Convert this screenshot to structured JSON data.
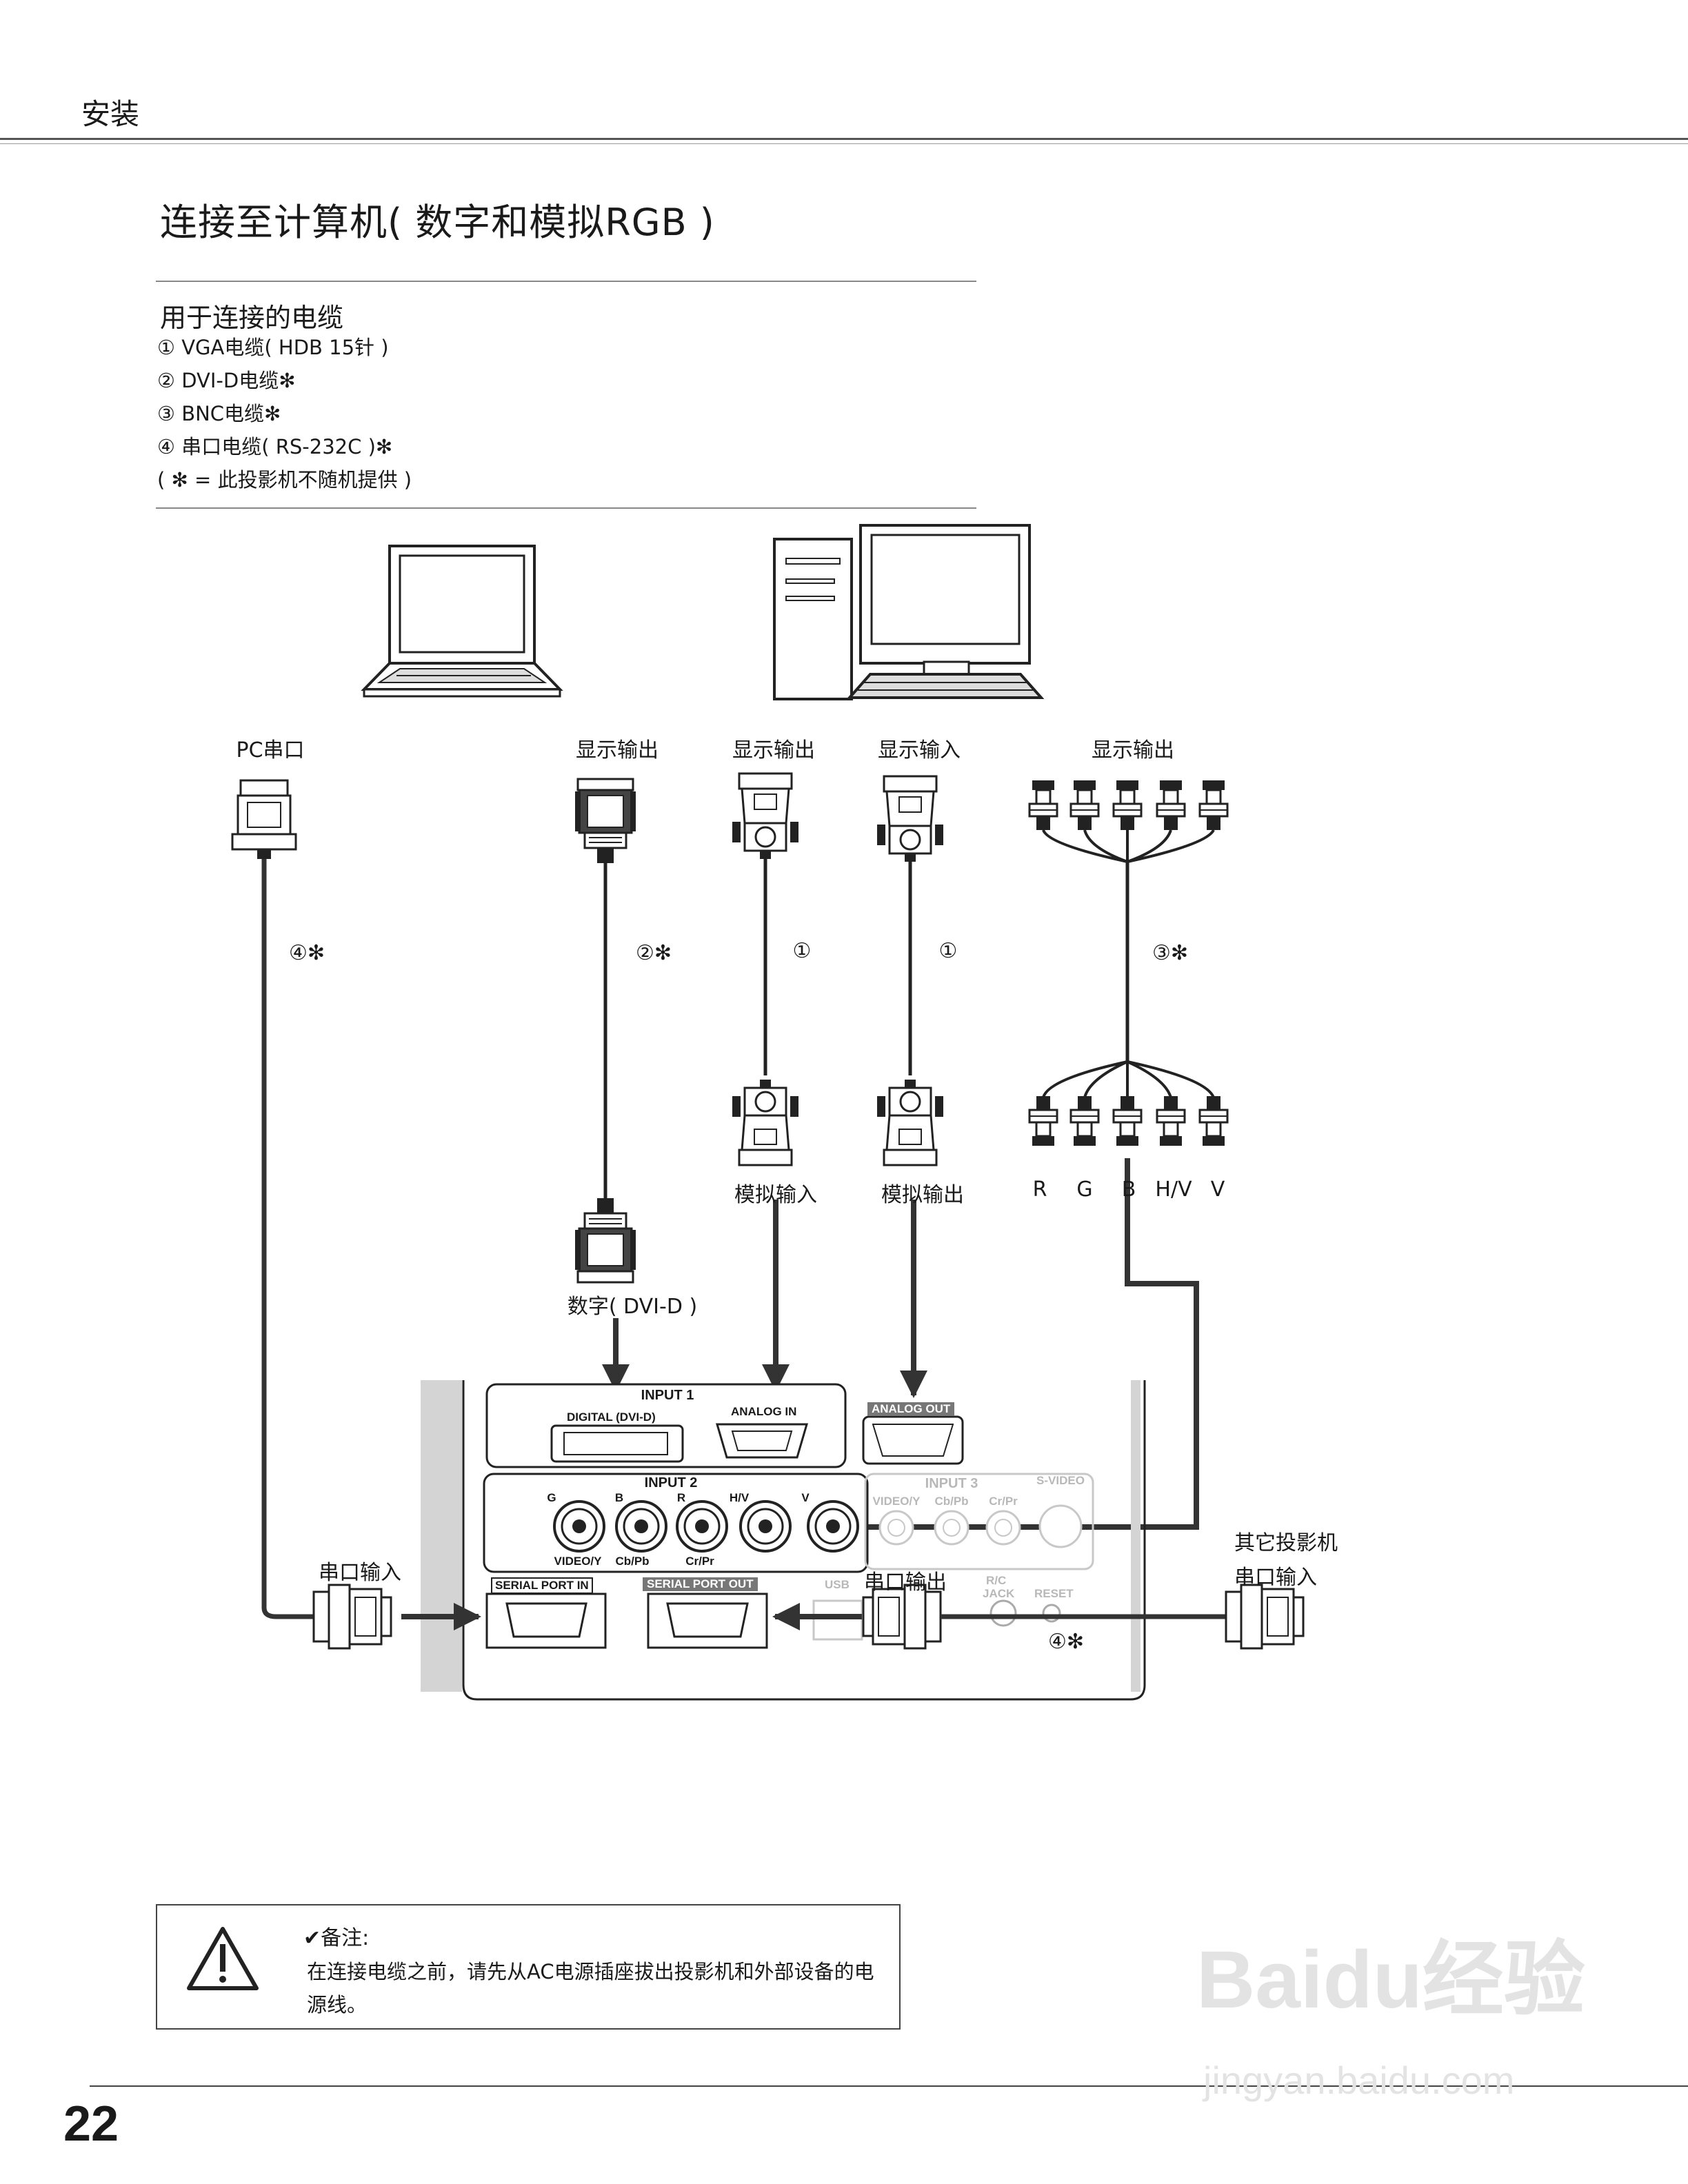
{
  "header": {
    "section": "安装"
  },
  "title": "连接至计算机( 数字和模拟RGB )",
  "cables": {
    "heading": "用于连接的电缆",
    "items": [
      "① VGA电缆( HDB 15针 )",
      "② DVI-D电缆✻",
      "③ BNC电缆✻",
      "④ 串口电缆( RS-232C )✻",
      "( ✻ = 此投影机不随机提供 )"
    ]
  },
  "diagram": {
    "top_labels": {
      "pc_serial": "PC串口",
      "display_out_1": "显示输出",
      "display_out_2": "显示输出",
      "display_in": "显示输入",
      "display_out_3": "显示输出"
    },
    "cable_marks": {
      "serial": "④✻",
      "dvi": "②✻",
      "vga1": "①",
      "vga2": "①",
      "bnc": "③✻",
      "serial2": "④✻"
    },
    "bnc_letters": [
      "R",
      "G",
      "B",
      "H/V",
      "V"
    ],
    "mid_labels": {
      "analog_in": "模拟输入",
      "analog_out": "模拟输出",
      "digital": "数字( DVI-D )",
      "serial_in": "串口输入",
      "serial_out": "串口输出",
      "other_projector": "其它投影机",
      "other_projector_2": "串口输入"
    },
    "panel": {
      "input1": "INPUT 1",
      "digital_dvi": "DIGITAL (DVI-D)",
      "analog_in": "ANALOG IN",
      "analog_out": "ANALOG OUT",
      "input2": "INPUT 2",
      "input2_top": [
        "G",
        "B",
        "R",
        "H/V",
        "V"
      ],
      "input2_bottom": [
        "VIDEO/Y",
        "Cb/Pb",
        "Cr/Pr"
      ],
      "input3": "INPUT 3",
      "s_video": "S-VIDEO",
      "input3_labels": [
        "VIDEO/Y",
        "Cb/Pb",
        "Cr/Pr"
      ],
      "serial_in": "SERIAL PORT IN",
      "serial_out": "SERIAL PORT OUT",
      "usb": "USB",
      "rc": "R/C",
      "jack": "JACK",
      "reset": "RESET"
    }
  },
  "note": {
    "title": "✔备注:",
    "body": "在连接电缆之前，请先从AC电源插座拔出投影机和外部设备的电源线。"
  },
  "page_number": "22",
  "watermark": {
    "brand": "Baidu经验",
    "url": "jingyan.baidu.com"
  }
}
